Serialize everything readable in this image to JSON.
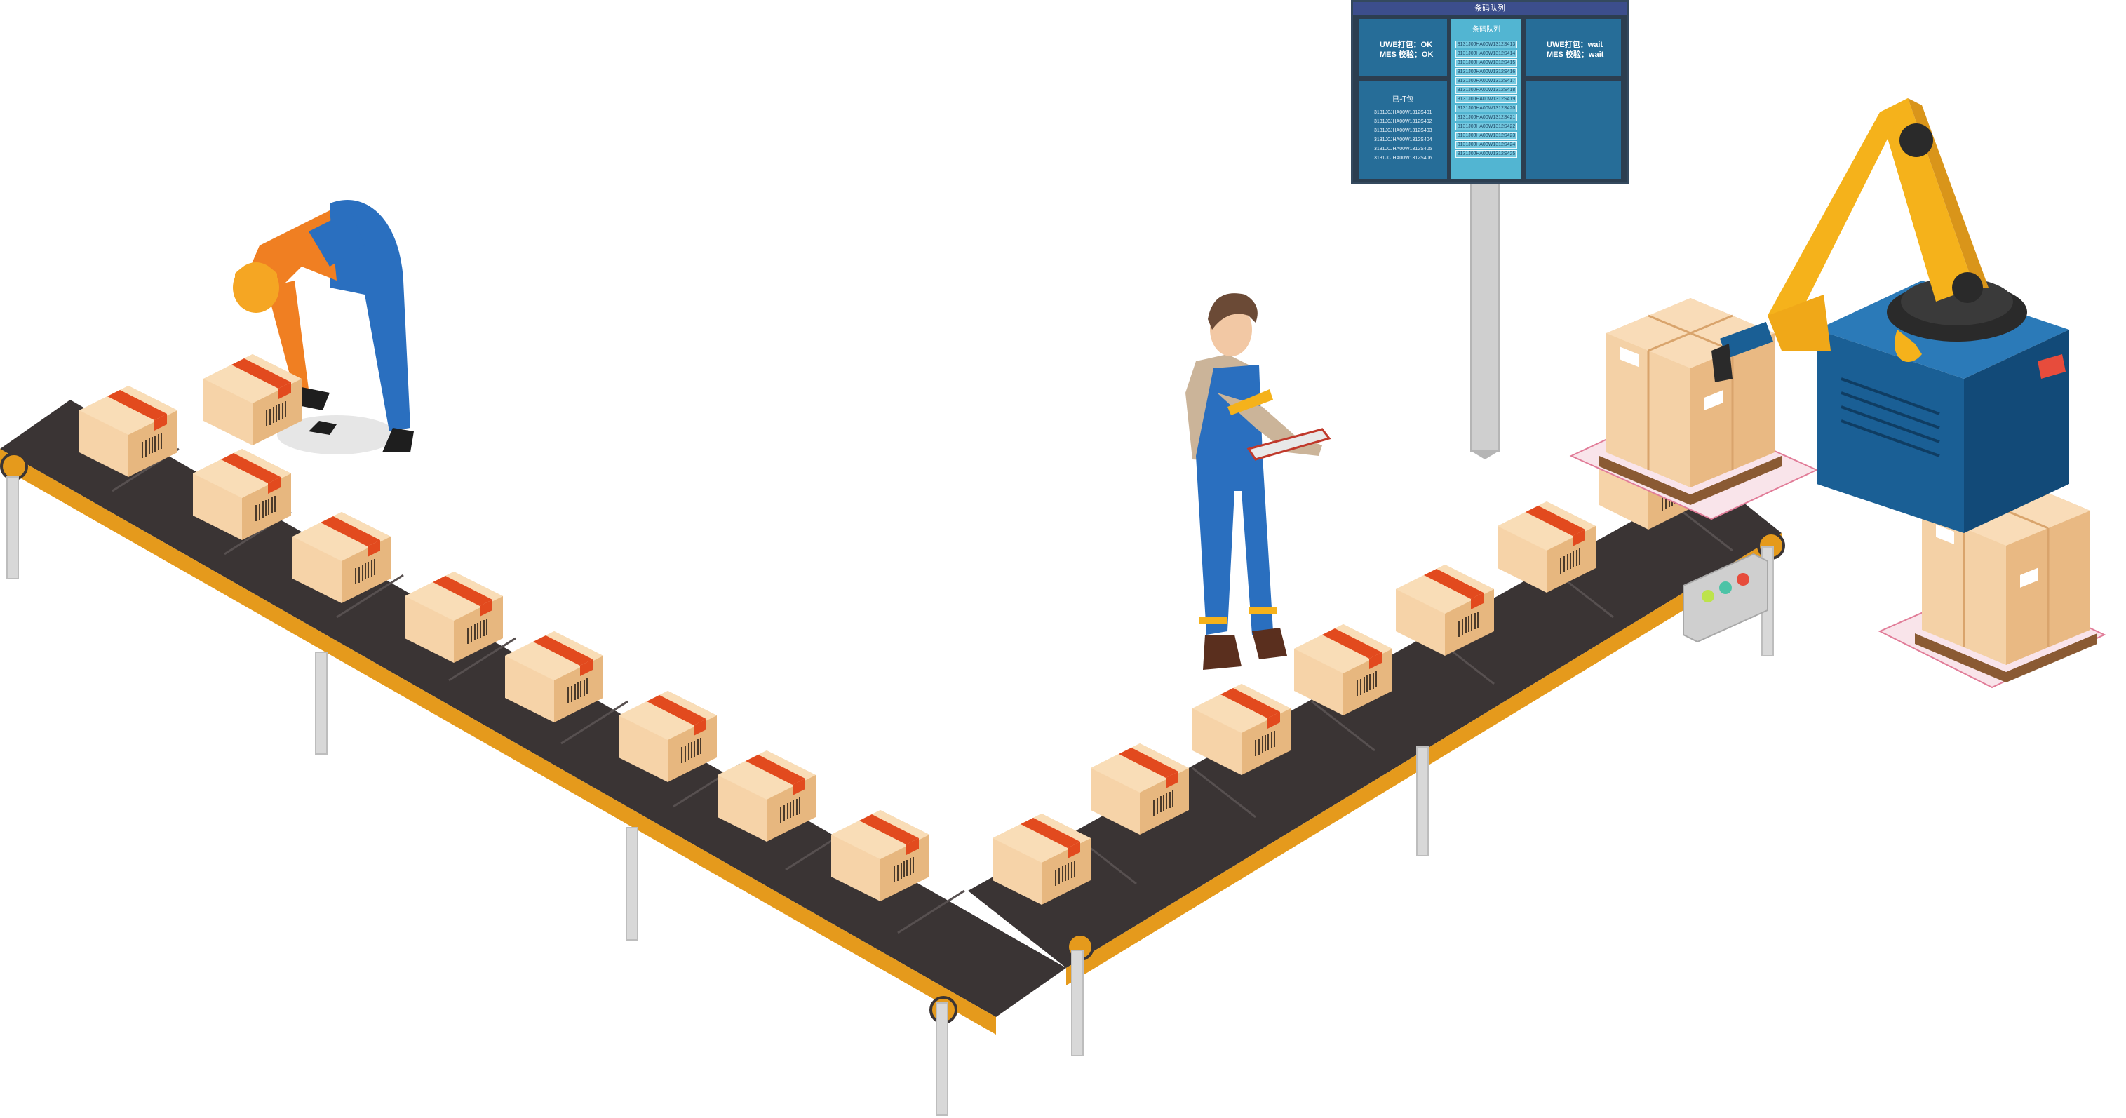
{
  "monitor": {
    "title": "条码队列",
    "left_status": [
      "UWE打包：OK",
      "MES 校验：OK"
    ],
    "left_header": "已打包",
    "left_items": [
      "3131J0JHA00W1312S401",
      "3131J0JHA00W1312S402",
      "3131J0JHA00W1312S403",
      "3131J0JHA00W1312S404",
      "3131J0JHA00W1312S405",
      "3131J0JHA00W1312S406"
    ],
    "mid_header": "条码队列",
    "mid_items": [
      "3131J0JHA00W1312S413",
      "3131J0JHA00W1312S414",
      "3131J0JHA00W1312S415",
      "3131J0JHA00W1312S416",
      "3131J0JHA00W1312S417",
      "3131J0JHA00W1312S418",
      "3131J0JHA00W1312S419",
      "3131J0JHA00W1312S420",
      "3131J0JHA00W1312S421",
      "3131J0JHA00W1312S422",
      "3131J0JHA00W1312S423",
      "3131J0JHA00W1312S424",
      "3131J0JHA00W1312S425"
    ],
    "right_status": [
      "UWE打包：wait",
      "MES 校验：wait"
    ]
  },
  "colors": {
    "belt": "#3a3434",
    "belt_frame": "#e59a1c",
    "box": "#f3c99a",
    "tape": "#e24a1e",
    "overall_blue": "#2a6fbf",
    "robot_yellow": "#f5b21b",
    "robot_base": "#1a5f95"
  }
}
